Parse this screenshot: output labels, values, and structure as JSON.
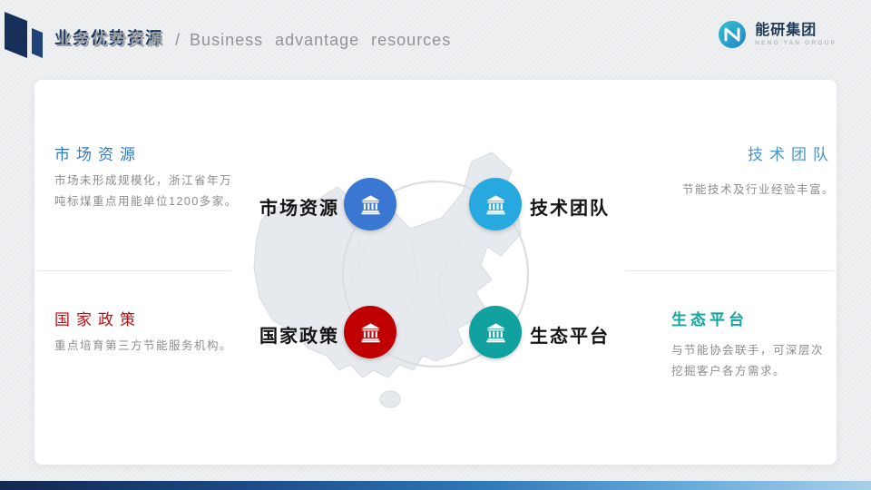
{
  "header": {
    "title_zh": "业务优势资源",
    "separator": "/",
    "title_en": "Business advantage resources",
    "logo_name": "能研集团",
    "logo_subtitle": "NENG YAN GROUP"
  },
  "colors": {
    "market": "#3a77d2",
    "tech": "#27a9e0",
    "policy": "#c00000",
    "eco": "#11a19f",
    "heading_market": "#2f7cc4",
    "heading_policy": "#c00d0d",
    "heading_tech": "#4b93cc",
    "heading_eco": "#12a3a2"
  },
  "map": {
    "market": {
      "label": "市场资源"
    },
    "tech": {
      "label": "技术团队"
    },
    "policy": {
      "label": "国家政策"
    },
    "eco": {
      "label": "生态平台"
    }
  },
  "sections": {
    "market": {
      "title": "市场资源",
      "body": "市场未形成规模化，浙江省年万吨标煤重点用能单位1200多家。"
    },
    "policy": {
      "title": "国家政策",
      "body": "重点培育第三方节能服务机构。"
    },
    "tech": {
      "title": "技术团队",
      "body": "节能技术及行业经验丰富。"
    },
    "eco": {
      "title": "生态平台",
      "body": "与节能协会联手，可深层次挖掘客户各方需求。"
    }
  }
}
